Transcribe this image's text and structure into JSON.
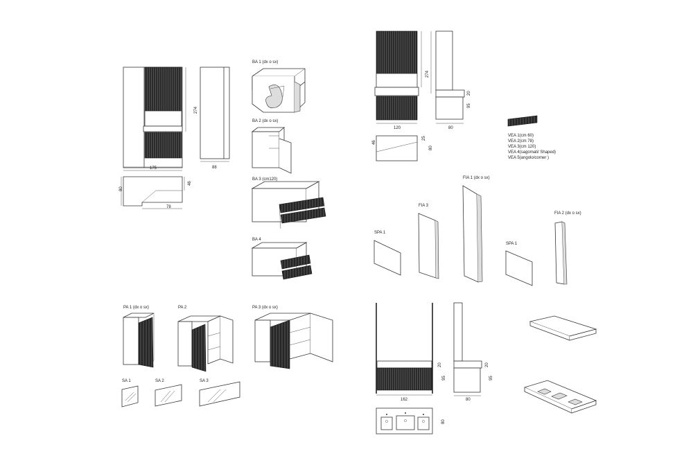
{
  "labels": {
    "ba1": "BA 1 (dx o sx)",
    "ba2": "BA 2 (dx o sx)",
    "ba3": "BA 3 (cm120)",
    "ba4": "BA 4",
    "pa1": "PA 1 (dx o sx)",
    "pa2": "PA 2",
    "pa3": "PA 3 (dx o sx)",
    "sa1": "SA 1",
    "sa2": "SA 2",
    "sa3": "SA 3",
    "fia1": "FIA 1 (dx o sx)",
    "fia2": "FIA 2 (dx o sx)",
    "fia3": "FIA 3",
    "spa1_a": "SPA 1",
    "spa1_b": "SPA 1"
  },
  "vea_list": [
    "VEA 1(cm 60)",
    "VEA 2(cm 78)",
    "VEA 3(cm 120)",
    "VEA 4(sagomati/ Shaped)",
    "VEA 5(angolo/corner )"
  ],
  "dims": {
    "a_height": "274",
    "a_width": "175",
    "a_side": "88",
    "a_plan_depth": "80",
    "a_plan_depth2": "46",
    "a_plan_width": "78",
    "b_height": "274",
    "b_top": "20",
    "b_counter": "95",
    "b_width": "120",
    "b_side": "80",
    "b_plan_46": "46",
    "b_plan_25": "25",
    "b_plan_80": "80",
    "c_top": "20",
    "c_counter": "95",
    "c_top_side": "20",
    "c_counter_side": "95",
    "c_width": "162",
    "c_side": "80",
    "c_plan_80": "80"
  }
}
